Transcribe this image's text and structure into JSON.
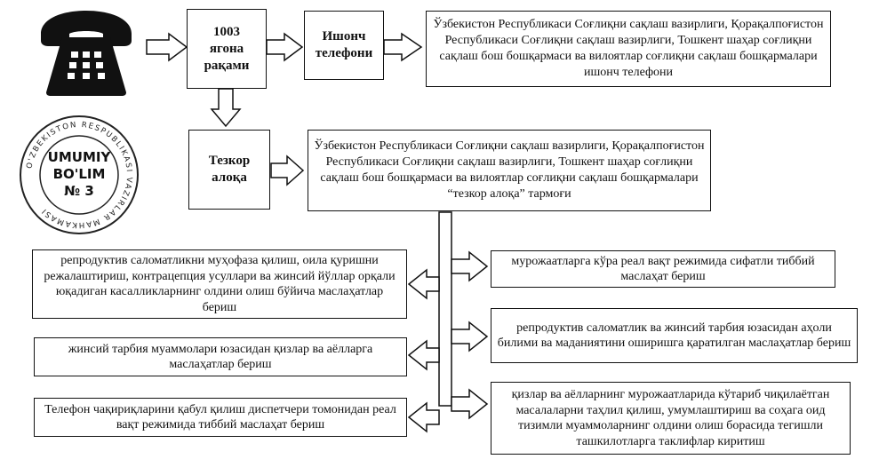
{
  "flow": {
    "hotline_number": "1003\nягона\nрақами",
    "trust_phone": "Ишонч\nтелефони",
    "trust_phone_desc": "Ўзбекистон Республикаси Соғлиқни сақлаш вазирлиги, Қорақалпоғистон Республикаси Соғлиқни сақлаш вазирлиги, Тошкент шаҳар соғлиқни сақлаш бош бошқармаси ва вилоятлар соғлиқни сақлаш бошқармалари ишонч телефони",
    "rapid_comm": "Тезкор\nалоқа",
    "rapid_comm_desc": "Ўзбекистон Республикаси Соғлиқни сақлаш вазирлиги, Қорақалпоғистон Республикаси Соғлиқни сақлаш вазирлиги, Тошкент шаҳар соғлиқни сақлаш бош бошқармаси ва вилоятлар соғлиқни сақлаш бошқармалари “тезкор алоқа” тармоғи"
  },
  "left_services": [
    "репродуктив саломатликни муҳофаза қилиш, оила қуришни режалаштириш, контрацепция усуллари ва жинсий йўллар орқали юқадиган касалликларнинг олдини олиш бўйича маслаҳатлар бериш",
    "жинсий тарбия муаммолари юзасидан қизлар ва аёлларга маслаҳатлар бериш",
    "Телефон чақириқларини қабул қилиш диспетчери томонидан реал вақт режимида тиббий маслаҳат бериш"
  ],
  "right_services": [
    "мурожаатларга кўра реал вақт режимида сифатли тиббий маслаҳат бериш",
    "репродуктив саломатлик ва жинсий тарбия юзасидан аҳоли билими ва маданиятини оширишга қаратилган маслаҳатлар бериш",
    "қизлар ва аёлларнинг мурожаатларида кўтариб чиқилаётган масалаларни таҳлил қилиш, умумлаштириш ва соҳага оид тизимли муаммоларнинг олдини олиш борасида тегишли ташкилотларга таклифлар киритиш"
  ],
  "stamp": {
    "center": "UMUMIY\nBO'LIM\n№ 3",
    "ring": "O'ZBEKISTON RESPUBLIKASI VAZIRLAR MAHKAMASI"
  },
  "icons": {
    "phone": "telephone-icon",
    "stamp": "official-stamp"
  }
}
